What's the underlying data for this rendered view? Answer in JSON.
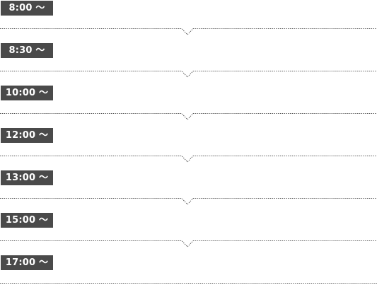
{
  "schedule": {
    "items": [
      {
        "time": "8:00 〜"
      },
      {
        "time": "8:30 〜"
      },
      {
        "time": "10:00 〜"
      },
      {
        "time": "12:00 〜"
      },
      {
        "time": "13:00 〜"
      },
      {
        "time": "15:00 〜"
      },
      {
        "time": "17:00 〜"
      }
    ]
  },
  "colors": {
    "badge_background": "#4a4a4a",
    "badge_text": "#ffffff",
    "divider": "#555555"
  }
}
